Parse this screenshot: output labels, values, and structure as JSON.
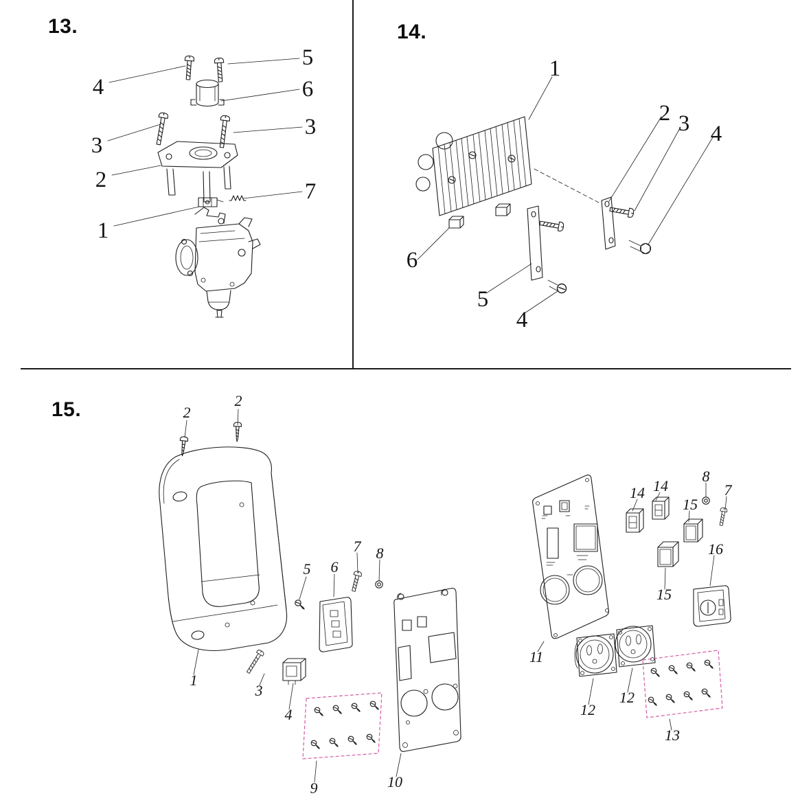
{
  "page": {
    "background": "#ffffff",
    "line_color": "#1c1c1c",
    "accent_pink": "#d65ba6"
  },
  "figures": {
    "fig13": {
      "number": "13.",
      "callouts": [
        "5",
        "4",
        "6",
        "3",
        "3",
        "2",
        "7",
        "1"
      ]
    },
    "fig14": {
      "number": "14.",
      "callouts": [
        "1",
        "2",
        "3",
        "4",
        "6",
        "5",
        "4"
      ]
    },
    "fig15": {
      "number": "15.",
      "callouts": [
        "2",
        "2",
        "1",
        "3",
        "4",
        "5",
        "6",
        "7",
        "8",
        "9",
        "10",
        "11",
        "12",
        "12",
        "13",
        "14",
        "14",
        "15",
        "15",
        "16",
        "8",
        "7"
      ]
    }
  }
}
